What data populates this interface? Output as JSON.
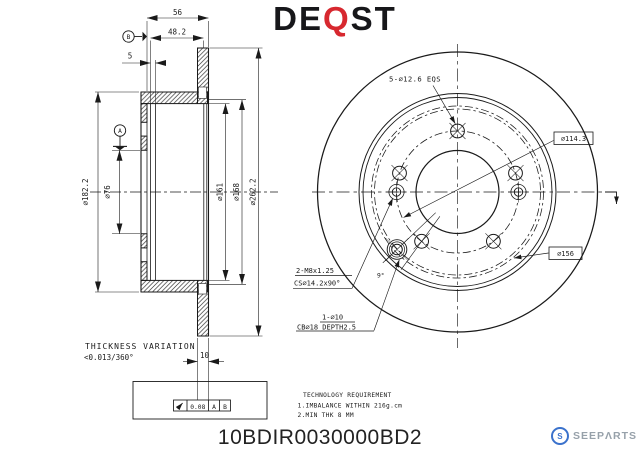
{
  "colors": {
    "line": "#1a1a1a",
    "accent_red": "#d7282f",
    "logo_gray": "#97a1aa",
    "logo_blue": "#3b72cc"
  },
  "brand": {
    "de": "DE",
    "q": "Q",
    "st": "ST"
  },
  "side": {
    "dim56": "56",
    "dim482": "48.2",
    "dim5": "5",
    "d182": "⌀182.2",
    "d76": "⌀76",
    "d161": "⌀161",
    "d168": "⌀168",
    "d262": "⌀262.2",
    "dim10": "10",
    "datumA": "A",
    "datumB": "B",
    "tv1": "THICKNESS VARIATION",
    "tv2": "<0.013/360°",
    "fcf": {
      "tol": "0.08",
      "a": "A",
      "b": "B"
    }
  },
  "front": {
    "holes": "5-⌀12.6 EQS",
    "pcd": "⌀114.3",
    "d156": "⌀156",
    "m8a": "2-M8x1.25",
    "m8b": "CS⌀14.2x90°",
    "angle": "9°",
    "cb1": "1-⌀10",
    "cb2": "CB⌀18 DEPTH2.5"
  },
  "tech": {
    "title": "TECHNOLOGY REQUIREMENT",
    "l1": "1.IMBALANCE WITHIN 216g.cm",
    "l2": "2.MIN THK 8 MM"
  },
  "footer": {
    "part_number": "10BDIR0030000BD2",
    "logo_text": "SEEPΛRTS",
    "logo_letter": "S"
  }
}
